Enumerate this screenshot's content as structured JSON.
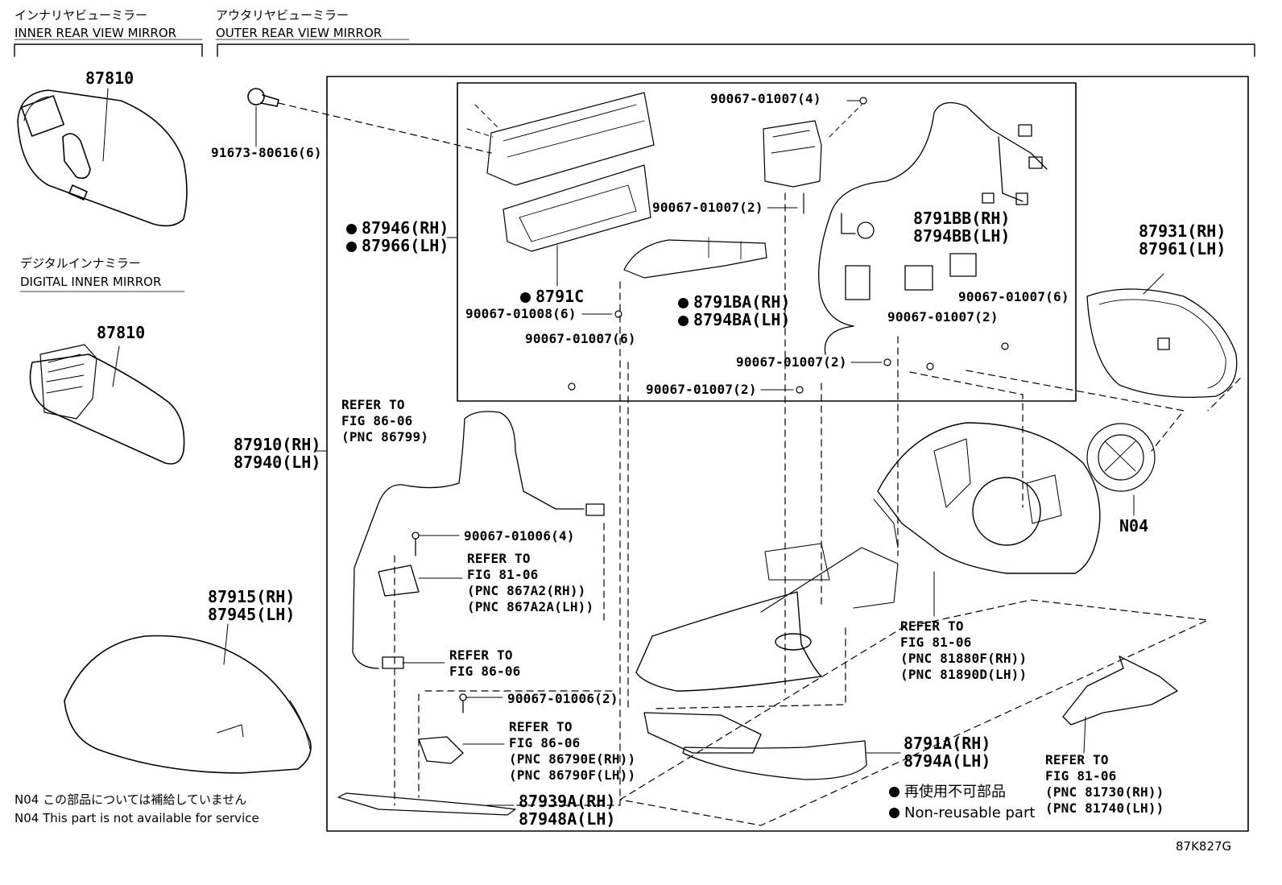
{
  "sections": {
    "inner": {
      "jp": "インナリヤビューミラー",
      "en": "INNER REAR VIEW MIRROR"
    },
    "outer": {
      "jp": "アウタリヤビューミラー",
      "en": "OUTER REAR VIEW MIRROR"
    },
    "digital": {
      "jp": "デジタルインナミラー",
      "en": "DIGITAL INNER MIRROR"
    }
  },
  "parts": {
    "p87810a": "87810",
    "p87810b": "87810",
    "p91673": "91673-80616(6)",
    "p87946": "87946(RH)",
    "p87966": "87966(LH)",
    "p8791c": "8791C",
    "p90067_01008": "90067-01008(6)",
    "p90067_a": "90067-01007(4)",
    "p90067_b": "90067-01007(2)",
    "p90067_c": "90067-01007(6)",
    "p90067_d": "90067-01007(2)",
    "p90067_e": "90067-01007(2)",
    "p90067_f": "90067-01007(6)",
    "p90067_g": "90067-01007(2)",
    "p8791ba": "8791BA(RH)",
    "p8794ba": "8794BA(LH)",
    "p8791bb": "8791BB(RH)",
    "p8794bb": "8794BB(LH)",
    "p87931": "87931(RH)",
    "p87961": "87961(LH)",
    "p87910": "87910(RH)",
    "p87940": "87940(LH)",
    "pN04": "N04",
    "p90067_01006a": "90067-01006(4)",
    "p90067_01006b": "90067-01006(2)",
    "p87915": "87915(RH)",
    "p87945": "87945(LH)",
    "p8791a": "8791A(RH)",
    "p8794a": "8794A(LH)",
    "p87939a": "87939A(RH)",
    "p87948a": "87948A(LH)"
  },
  "refs": {
    "r1": [
      "REFER TO",
      "FIG 86-06",
      "(PNC 86799)"
    ],
    "r2": [
      "REFER TO",
      "FIG 81-06",
      "(PNC 867A2(RH))",
      "(PNC 867A2A(LH))"
    ],
    "r3": [
      "REFER TO",
      "FIG 86-06"
    ],
    "r4": [
      "REFER TO",
      "FIG 86-06",
      "(PNC 86790E(RH))",
      "(PNC 86790F(LH))"
    ],
    "r5": [
      "REFER TO",
      "FIG 81-06",
      "(PNC 81880F(RH))",
      "(PNC 81890D(LH))"
    ],
    "r6": [
      "REFER TO",
      "FIG 81-06",
      "(PNC 81730(RH))",
      "(PNC 81740(LH))"
    ]
  },
  "legend": {
    "jp": "再使用不可部品",
    "en": "Non-reusable part"
  },
  "notes": {
    "jp": "N04 この部品については補給していません",
    "en": "N04 This part is not available for service"
  },
  "figure_code": "87K827G"
}
